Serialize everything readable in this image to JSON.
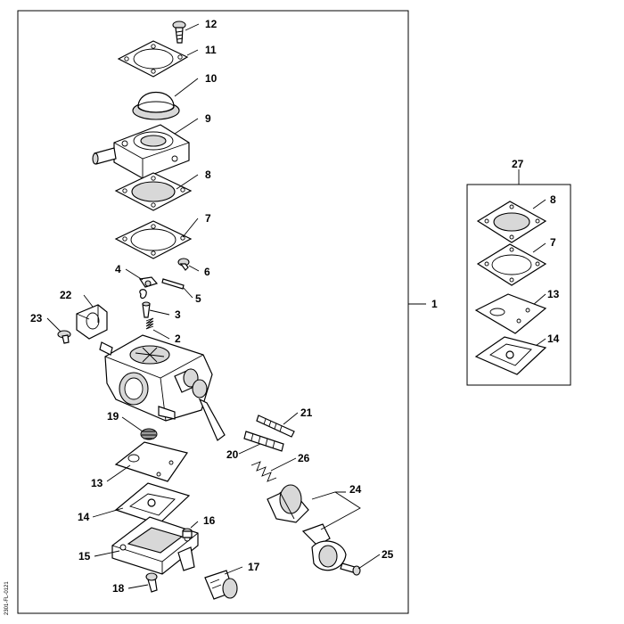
{
  "diagram": {
    "reference_code": "2301-FL-0121",
    "callouts": {
      "p1": "1",
      "p2": "2",
      "p3": "3",
      "p4": "4",
      "p5": "5",
      "p6": "6",
      "p7": "7",
      "p8": "8",
      "p9": "9",
      "p10": "10",
      "p11": "11",
      "p12": "12",
      "p13": "13",
      "p14": "14",
      "p15": "15",
      "p16": "16",
      "p17": "17",
      "p18": "18",
      "p19": "19",
      "p20": "20",
      "p21": "21",
      "p22": "22",
      "p23": "23",
      "p24": "24",
      "p25": "25",
      "p26": "26",
      "p27": "27",
      "kit_8": "8",
      "kit_7": "7",
      "kit_13": "13",
      "kit_14": "14"
    }
  }
}
